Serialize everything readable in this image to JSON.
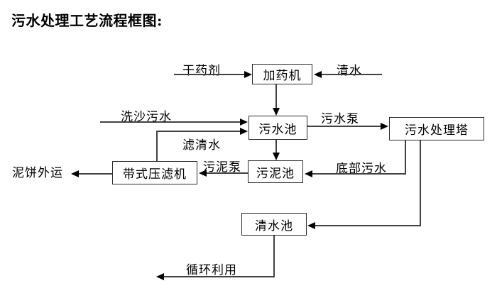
{
  "title": "污水处理工艺流程框图:",
  "nodes": {
    "dosing_machine": "加药机",
    "sewage_pool": "污水池",
    "treatment_tower": "污水处理塔",
    "sludge_pool": "污泥池",
    "belt_filter_press": "带式压滤机",
    "clean_water_pool": "清水池"
  },
  "flow_labels": {
    "dry_agent": "干药剂",
    "clean_water": "清水",
    "sand_washing_sewage": "洗沙污水",
    "sewage_pump": "污水泵",
    "filtered_water": "滤清水",
    "sludge_pump": "污泥泵",
    "bottom_sewage": "底部污水",
    "mud_cake_out": "泥饼外运",
    "recycle": "循环利用"
  },
  "edges": [
    {
      "from": "干药剂",
      "to": "加药机",
      "label": "干药剂"
    },
    {
      "from": "清水",
      "to": "加药机",
      "label": "清水"
    },
    {
      "from": "加药机",
      "to": "污水池",
      "label": ""
    },
    {
      "from": "洗沙污水",
      "to": "污水池",
      "label": "洗沙污水"
    },
    {
      "from": "带式压滤机",
      "to": "污水池",
      "label": "滤清水"
    },
    {
      "from": "污水池",
      "to": "污水处理塔",
      "label": "污水泵"
    },
    {
      "from": "污水池",
      "to": "污泥池",
      "label": ""
    },
    {
      "from": "污水处理塔",
      "to": "污泥池",
      "label": "底部污水"
    },
    {
      "from": "污泥池",
      "to": "带式压滤机",
      "label": "污泥泵"
    },
    {
      "from": "带式压滤机",
      "to": "泥饼外运",
      "label": "泥饼外运"
    },
    {
      "from": "污水处理塔",
      "to": "清水池",
      "label": ""
    },
    {
      "from": "清水池",
      "to": "循环利用",
      "label": "循环利用"
    }
  ],
  "colors": {
    "background": "#ffffff",
    "line": "#414141",
    "arrowhead": "#000000",
    "box_border": "#2a2a2a",
    "text": "#000000"
  }
}
